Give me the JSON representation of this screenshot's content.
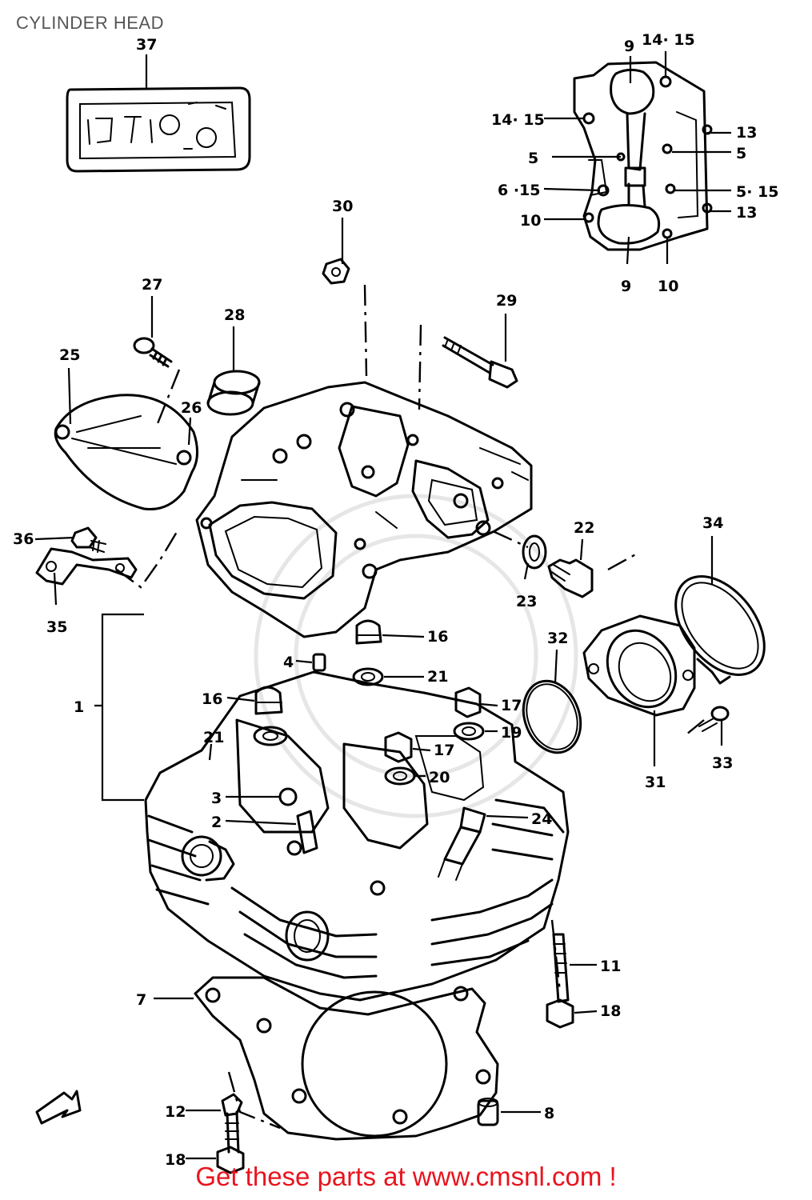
{
  "title": "CYLINDER HEAD",
  "footer": "Get these parts at www.cmsnl.com !",
  "callouts": {
    "c37": "37",
    "c30": "30",
    "c27": "27",
    "c28": "28",
    "c29": "29",
    "c25": "25",
    "c26": "26",
    "c36": "36",
    "c35": "35",
    "c22": "22",
    "c23": "23",
    "c34": "34",
    "c32": "32",
    "c31": "31",
    "c33": "33",
    "c16a": "16",
    "c16b": "16",
    "c4": "4",
    "c21a": "21",
    "c21b": "21",
    "c1": "1",
    "c17a": "17",
    "c17b": "17",
    "c19": "19",
    "c20": "20",
    "c3": "3",
    "c2": "2",
    "c24": "24",
    "c11": "11",
    "c18a": "18",
    "c18b": "18",
    "c7": "7",
    "c12": "12",
    "c8": "8",
    "i9a": "9",
    "i1415a": "14· 15",
    "i1415b": "14· 15",
    "i13a": "13",
    "i5a": "5",
    "i5b": "5",
    "i615": "6 ·15",
    "i515": "5· 15",
    "i10a": "10",
    "i13b": "13",
    "i9b": "9",
    "i10b": "10"
  },
  "colors": {
    "title": "#555555",
    "footer": "#e8141e",
    "lines": "#000000"
  }
}
